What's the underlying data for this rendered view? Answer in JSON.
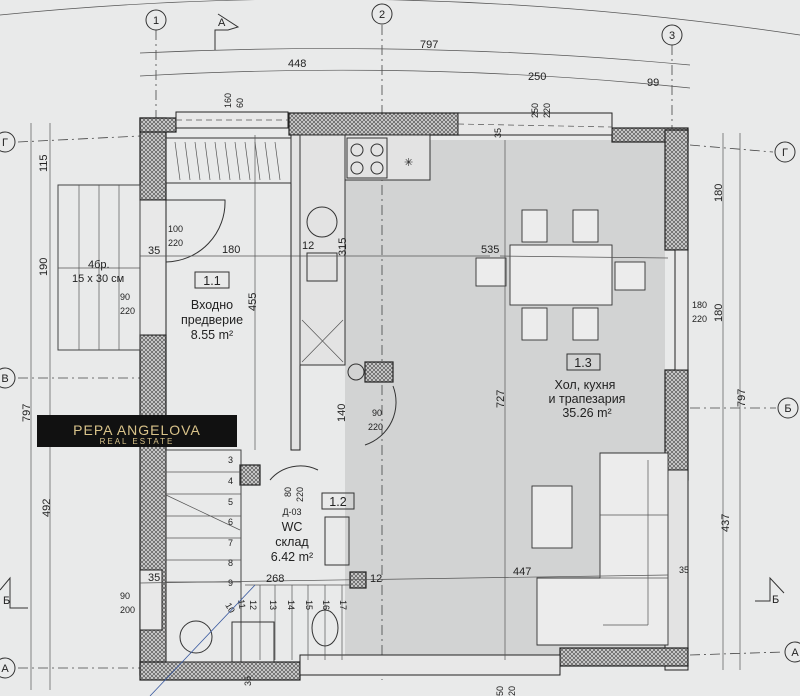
{
  "axes": {
    "a1": "1",
    "a2": "2",
    "a3": "3",
    "g_left": "Г",
    "g_right": "Г",
    "v_left": "В",
    "b_right": "Б",
    "a_left": "А",
    "a_right": "А"
  },
  "section_marks": {
    "top": "А",
    "left": "Б",
    "right": "Б"
  },
  "dimensions": {
    "top_total": "797",
    "top_448": "448",
    "top_250": "250",
    "top_99": "99",
    "left_115": "115",
    "left_190": "190",
    "left_797": "797",
    "left_492": "492",
    "right_180a": "180",
    "right_180b": "180",
    "right_797": "797",
    "right_437": "437",
    "win_top_left": [
      "160",
      "60"
    ],
    "win_top_right": [
      "250",
      "220"
    ],
    "wall_35_top": "35",
    "door_entry": [
      "100",
      "220"
    ],
    "d35": "35",
    "d180": "180",
    "d12": "12",
    "d315": "315",
    "d455": "455",
    "window_left": [
      "90",
      "220"
    ],
    "stairs_count": "4бр.",
    "stairs_size": "15 х 30 см",
    "d535": "535",
    "d727": "727",
    "d447": "447",
    "d35_right": "35",
    "window_right": [
      "180",
      "220"
    ],
    "d140": "140",
    "door_living": [
      "90",
      "220"
    ],
    "door_wc": [
      "80",
      "220"
    ],
    "d268": "268",
    "window_left_low": [
      "90",
      "200"
    ],
    "d35_left_low": "35",
    "d12_low": "12",
    "d35_bottom": "35",
    "bottom_win": [
      "50",
      "20"
    ]
  },
  "stair_steps": [
    "3",
    "4",
    "5",
    "6",
    "7",
    "8",
    "9",
    "10",
    "11",
    "12",
    "13",
    "14",
    "15",
    "16",
    "17"
  ],
  "rooms": [
    {
      "number": "1.1",
      "name_lines": [
        "Входно",
        "предверие"
      ],
      "area": "8.55 m²"
    },
    {
      "number": "1.2",
      "door_code": "Д-03",
      "name_lines": [
        "WC",
        "склад"
      ],
      "area": "6.42 m²"
    },
    {
      "number": "1.3",
      "name_lines": [
        "Хол, кухня",
        "и трапезария"
      ],
      "area": "35.26 m²"
    }
  ],
  "logo": {
    "name": "PEPA ANGELOVA",
    "sub": "REAL ESTATE"
  },
  "colors": {
    "paper": "#e9eaea",
    "living_fill": "#d2d3d3",
    "logo_bg": "#111111",
    "logo_gold": "#d9c38a"
  }
}
